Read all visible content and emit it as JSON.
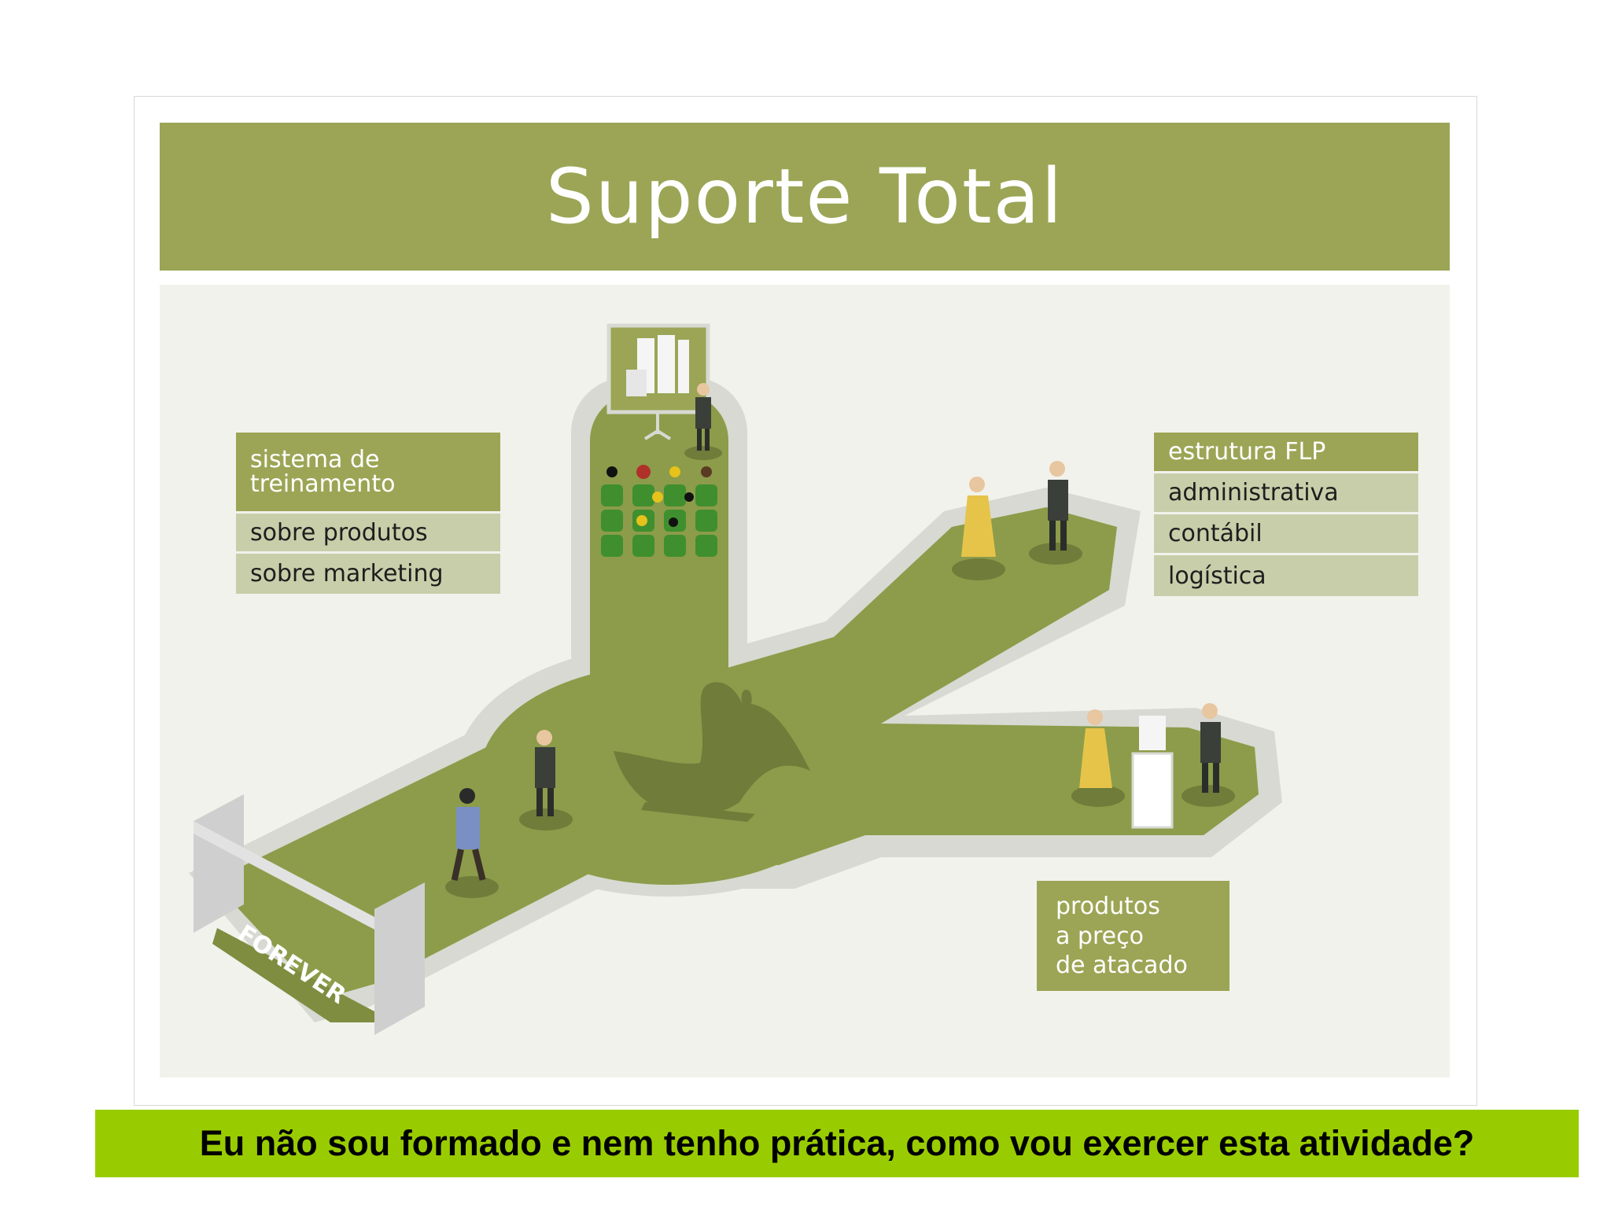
{
  "slide": {
    "title": "Suporte Total",
    "training_box": {
      "heading": "sistema de treinamento",
      "items": [
        "sobre produtos",
        "sobre marketing"
      ]
    },
    "structure_box": {
      "heading": "estrutura FLP",
      "items": [
        "administrativa",
        "contábil",
        "logística"
      ]
    },
    "products_box": {
      "lines": [
        "produtos",
        "a preço",
        "de atacado"
      ]
    },
    "gate_label": "FOREVER",
    "question": "Eu não sou formado e nem tenho prática, como vou exercer esta atividade?"
  },
  "colors": {
    "olive": "#9ba555",
    "olive_light": "#c9ceaa",
    "path_green": "#8c9c4a",
    "path_border": "#d7d9d2",
    "stage_bg": "#f1f2ec",
    "question_bar": "#99cc00"
  }
}
